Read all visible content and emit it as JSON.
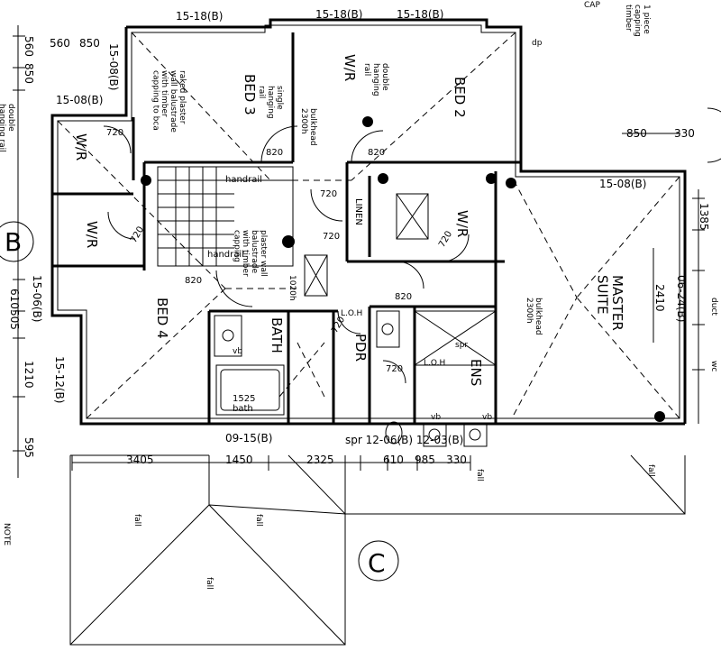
{
  "grid_markers": {
    "b": "B",
    "c": "C"
  },
  "rooms": {
    "bed2": "BED 2",
    "bed3": "BED 3",
    "bed4": "BED 4",
    "master": "MASTER\nSUITE",
    "wir_left": "W/R",
    "wir_left2": "W/R",
    "wir_top": "W/R",
    "wir_mid": "W/R",
    "linen": "LINEN",
    "bath": "BATH",
    "ens": "ENS",
    "pdr": "PDR",
    "bath_tub": "1525\nbath"
  },
  "top_windows": [
    "15-18(B)",
    "15-18(B)",
    "15-18(B)"
  ],
  "window_tags": {
    "w_left_top": "15-08(B)",
    "w_left_mid": "15-08(B)",
    "w_right": "15-08(B)",
    "w_right_side": "06-24(B)",
    "w_left_low": "15-06(B)",
    "w_left_bottom": "15-12(B)",
    "w_bottom_left": "09-15(B)",
    "spr_bottom": "spr 12-06(B) 12-03(B)"
  },
  "doors": [
    "720",
    "820",
    "820",
    "720",
    "720",
    "820",
    "720",
    "820",
    "720",
    "720",
    "720"
  ],
  "notes": {
    "raked": "raked plaster\nwall balustrade\nwith timber\ncapping to bca",
    "single_hanging": "single\nhanging\nrail",
    "double_hanging": "double\nhanging\nrail",
    "double_hanging_left": "double\nhanging rail",
    "bulkhead_2300": "bulkhead\n2300h",
    "bulkhead_2300_master": "bulkhead\n2300h",
    "handrail": "handrail",
    "handrail2": "handrail",
    "plaster_wall": "plaster wall\nbalustrade\nwith timber\ncapping",
    "h1020": "1020h",
    "h720": "720",
    "loh": "L.O.H",
    "loh2": "L.O.H",
    "vb": "vb",
    "vb2": "vb",
    "vb3": "vb",
    "spr": "spr",
    "dp": "dp",
    "fall": "fall",
    "timber_cap": "1 piece\ncapping\ntimber",
    "cap": "CAP",
    "duct": "duct",
    "wc": "wc",
    "note": "NOTE"
  },
  "dims_bottom": [
    "3405",
    "1450",
    "2325",
    "610",
    "985",
    "330"
  ],
  "dims_left": [
    "560",
    "850",
    "560",
    "850",
    "610",
    "505",
    "1210",
    "595"
  ],
  "dims_right": [
    "850",
    "330",
    "1385",
    "2410"
  ]
}
